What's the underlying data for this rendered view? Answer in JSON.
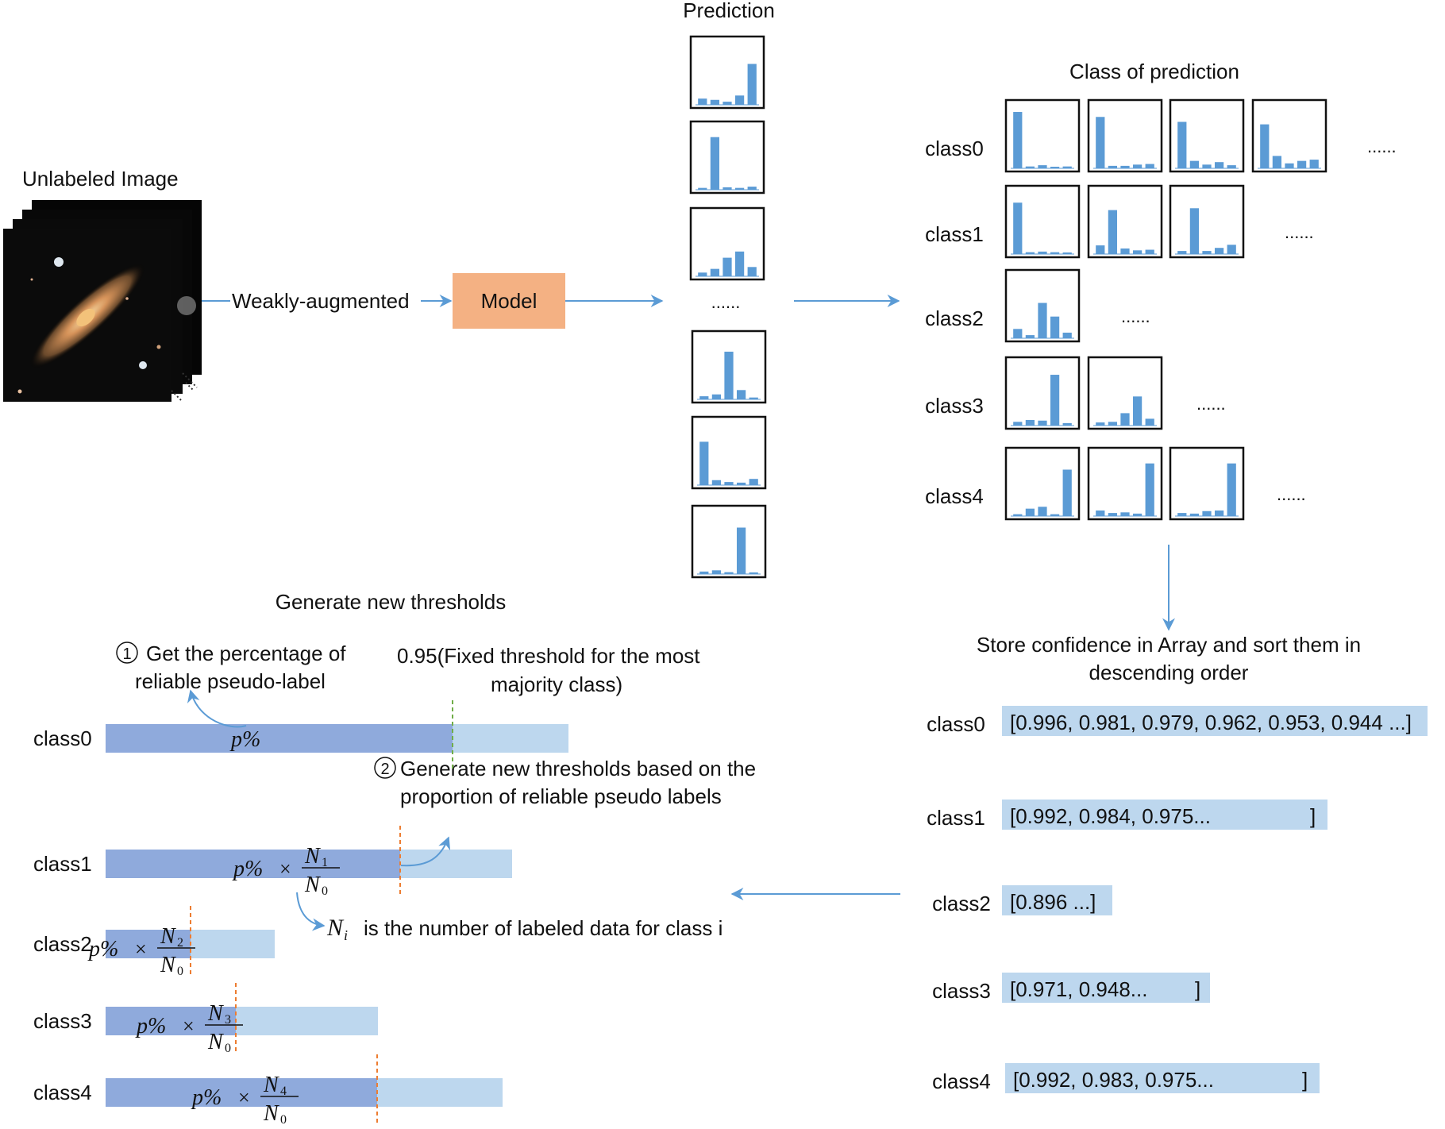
{
  "labels": {
    "unlabeled_image": "Unlabeled Image",
    "weakly_augmented": "Weakly-augmented",
    "model": "Model",
    "prediction": "Prediction",
    "class_of_prediction": "Class of prediction",
    "ellipsis": "......",
    "store_line1": "Store confidence in Array and sort them in",
    "store_line2": "descending order",
    "generate_new_thresholds": "Generate new thresholds",
    "step1_num": "1",
    "step1_line1": "Get the percentage of",
    "step1_line2": "reliable pseudo-label",
    "fixed_line1": "0.95(Fixed threshold for the most",
    "fixed_line2": "majority class)",
    "step2_num": "2",
    "step2_line1": "Generate new thresholds based on the",
    "step2_line2": "proportion of reliable pseudo labels",
    "ni_symbol": "N",
    "ni_sub": "i",
    "ni_desc": "is the number of labeled data for class i"
  },
  "classes": [
    "class0",
    "class1",
    "class2",
    "class3",
    "class4"
  ],
  "prediction_histograms": [
    [
      0.1,
      0.08,
      0.05,
      0.15,
      0.66
    ],
    [
      0.03,
      0.85,
      0.04,
      0.03,
      0.05
    ],
    [
      0.06,
      0.12,
      0.3,
      0.4,
      0.15
    ],
    [
      0.05,
      0.08,
      0.77,
      0.15,
      0.03
    ],
    [
      0.7,
      0.08,
      0.05,
      0.04,
      0.1
    ],
    [
      0.04,
      0.06,
      0.03,
      0.75,
      0.02
    ]
  ],
  "class_histograms": [
    [
      [
        0.91,
        0.03,
        0.05,
        0.02,
        0.03
      ],
      [
        0.83,
        0.04,
        0.04,
        0.06,
        0.07
      ],
      [
        0.75,
        0.12,
        0.06,
        0.1,
        0.05
      ],
      [
        0.71,
        0.2,
        0.08,
        0.12,
        0.14
      ]
    ],
    [
      [
        0.83,
        0.03,
        0.04,
        0.03,
        0.02
      ],
      [
        0.14,
        0.71,
        0.09,
        0.06,
        0.07
      ],
      [
        0.05,
        0.74,
        0.05,
        0.1,
        0.15
      ]
    ],
    [
      [
        0.15,
        0.05,
        0.57,
        0.35,
        0.09
      ]
    ],
    [
      [
        0.06,
        0.09,
        0.08,
        0.82,
        0.04
      ],
      [
        0.05,
        0.06,
        0.2,
        0.47,
        0.11
      ]
    ],
    [
      [
        0.03,
        0.12,
        0.15,
        0.03,
        0.75
      ],
      [
        0.09,
        0.05,
        0.06,
        0.04,
        0.85
      ],
      [
        0.05,
        0.04,
        0.08,
        0.09,
        0.85
      ]
    ]
  ],
  "confidence_arrays": [
    {
      "text": "[0.996, 0.981, 0.979, 0.962, 0.953, 0.944 ...]"
    },
    {
      "text": "[0.992, 0.984, 0.975...",
      "close": "]"
    },
    {
      "text": "[0.896 ...]"
    },
    {
      "text": "[0.971, 0.948...",
      "close": "]"
    },
    {
      "text": "[0.992, 0.983, 0.975...",
      "close": "]"
    }
  ],
  "threshold_bars": [
    {
      "fraction": 0.75,
      "fixed": "0.95",
      "p": "p%",
      "N_num": "",
      "N_den": ""
    },
    {
      "fraction": 0.73,
      "p": "p%",
      "times": "×",
      "N_num": "N",
      "num_sub": "1",
      "N_den": "N",
      "den_sub": "0"
    },
    {
      "fraction": 0.5,
      "p": "p%",
      "times": "×",
      "N_num": "N",
      "num_sub": "2",
      "N_den": "N",
      "den_sub": "0"
    },
    {
      "fraction": 0.47,
      "p": "p%",
      "times": "×",
      "N_num": "N",
      "num_sub": "3",
      "N_den": "N",
      "den_sub": "0"
    },
    {
      "fraction": 0.68,
      "p": "p%",
      "times": "×",
      "N_num": "N",
      "num_sub": "4",
      "N_den": "N",
      "den_sub": "0"
    }
  ],
  "colors": {
    "bar_blue": "#5b9bd5",
    "arrow_blue": "#5b9bd5",
    "model_box": "#f4b183",
    "bar_dark": "#8faadc",
    "bar_light": "#bdd7ee",
    "conf_bg": "#bdd7ee",
    "threshold_orange": "#ed7d31",
    "threshold_green": "#70ad47"
  }
}
